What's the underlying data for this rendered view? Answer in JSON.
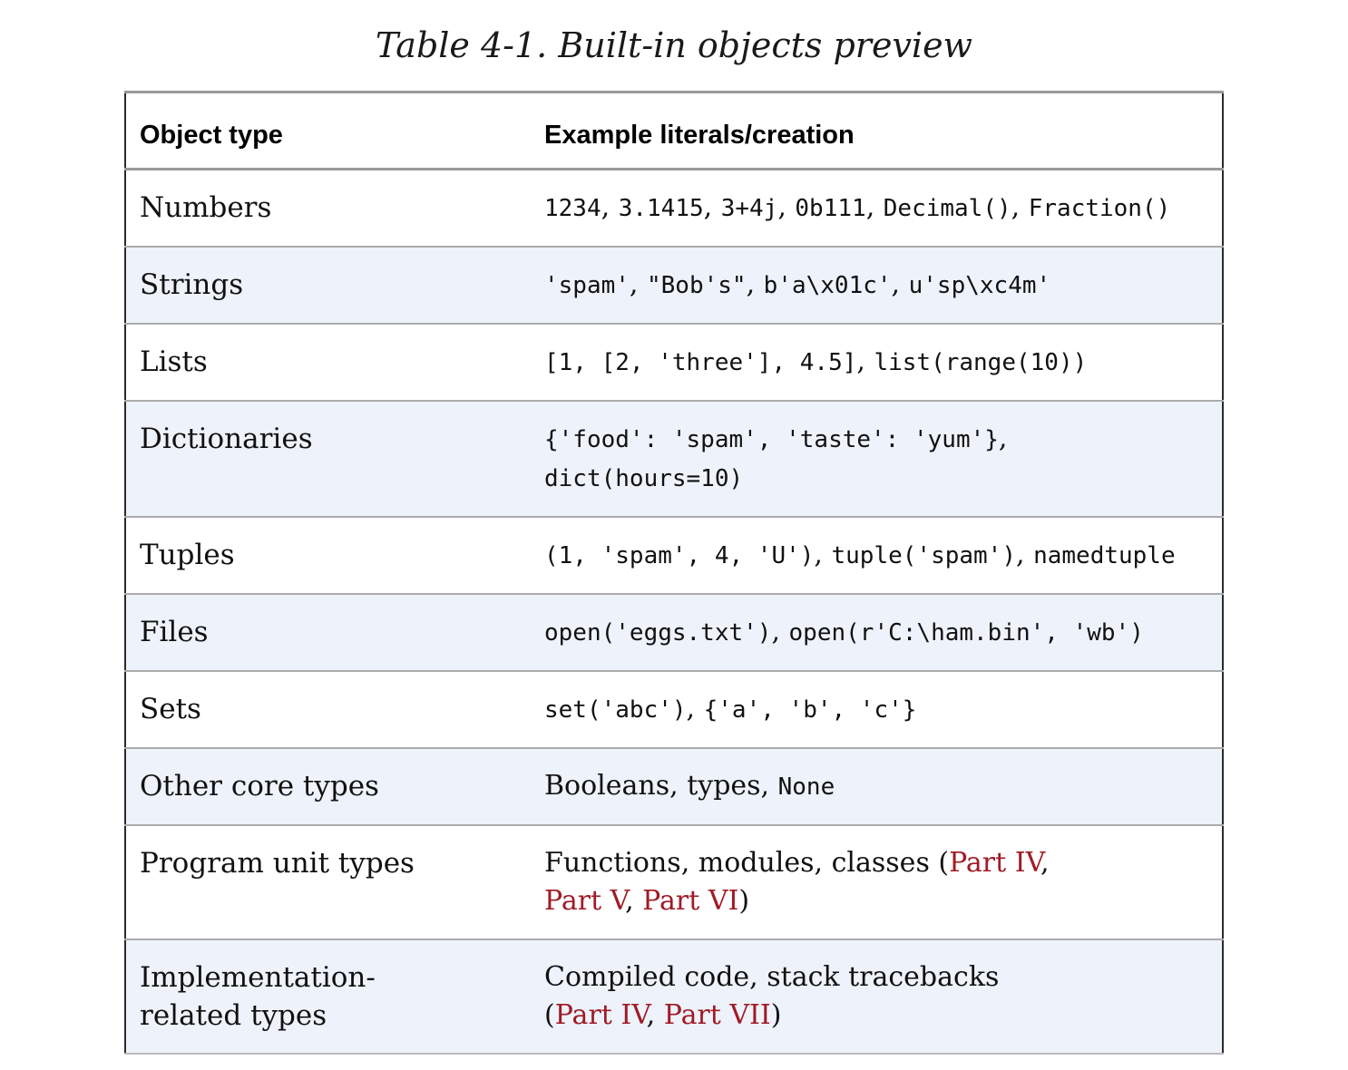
{
  "title": "Table 4-1. Built-in objects preview",
  "colors": {
    "link_red": "#9f1b26",
    "zebra_row_bg": "#eef2fa",
    "row_separator": "#ababab",
    "heavy_border": "#999999",
    "side_border": "#2a2a2a"
  },
  "table": {
    "headers": [
      "Object type",
      "Example literals/creation"
    ],
    "rows": [
      {
        "label": "Numbers",
        "content": [
          {
            "t": "code",
            "v": "1234"
          },
          {
            "t": "text",
            "v": ", "
          },
          {
            "t": "code",
            "v": "3.1415"
          },
          {
            "t": "text",
            "v": ", "
          },
          {
            "t": "code",
            "v": "3+4j"
          },
          {
            "t": "text",
            "v": ", "
          },
          {
            "t": "code",
            "v": "0b111"
          },
          {
            "t": "text",
            "v": ", "
          },
          {
            "t": "code",
            "v": "Decimal()"
          },
          {
            "t": "text",
            "v": ", "
          },
          {
            "t": "code",
            "v": "Fraction()"
          }
        ]
      },
      {
        "label": "Strings",
        "content": [
          {
            "t": "code",
            "v": "'spam'"
          },
          {
            "t": "text",
            "v": ", "
          },
          {
            "t": "code",
            "v": "\"Bob's\""
          },
          {
            "t": "text",
            "v": ", "
          },
          {
            "t": "code",
            "v": "b'a\\x01c'"
          },
          {
            "t": "text",
            "v": ", "
          },
          {
            "t": "code",
            "v": "u'sp\\xc4m'"
          }
        ]
      },
      {
        "label": "Lists",
        "content": [
          {
            "t": "code",
            "v": "[1, [2, 'three'], 4.5]"
          },
          {
            "t": "text",
            "v": ", "
          },
          {
            "t": "code",
            "v": "list(range(10))"
          }
        ]
      },
      {
        "label": "Dictionaries",
        "content": [
          {
            "t": "code",
            "v": "{'food': 'spam', 'taste': 'yum'}"
          },
          {
            "t": "text",
            "v": ","
          },
          {
            "t": "br"
          },
          {
            "t": "code",
            "v": "dict(hours=10)"
          }
        ]
      },
      {
        "label": "Tuples",
        "content": [
          {
            "t": "code",
            "v": "(1, 'spam', 4, 'U')"
          },
          {
            "t": "text",
            "v": ", "
          },
          {
            "t": "code",
            "v": "tuple('spam')"
          },
          {
            "t": "text",
            "v": ", "
          },
          {
            "t": "code",
            "v": "namedtuple"
          }
        ]
      },
      {
        "label": "Files",
        "content": [
          {
            "t": "code",
            "v": "open('eggs.txt')"
          },
          {
            "t": "text",
            "v": ", "
          },
          {
            "t": "code",
            "v": "open(r'C:\\ham.bin', 'wb')"
          }
        ]
      },
      {
        "label": "Sets",
        "content": [
          {
            "t": "code",
            "v": "set('abc')"
          },
          {
            "t": "text",
            "v": ", "
          },
          {
            "t": "code",
            "v": "{'a', 'b', 'c'}"
          }
        ]
      },
      {
        "label": "Other core types",
        "content": [
          {
            "t": "text",
            "v": "Booleans, types, "
          },
          {
            "t": "code",
            "v": "None"
          }
        ]
      },
      {
        "label": "Program unit types",
        "content": [
          {
            "t": "text",
            "v": "Functions, modules, classes ("
          },
          {
            "t": "link",
            "v": "Part IV"
          },
          {
            "t": "text",
            "v": ","
          },
          {
            "t": "br"
          },
          {
            "t": "link",
            "v": "Part V"
          },
          {
            "t": "text",
            "v": ", "
          },
          {
            "t": "link",
            "v": "Part VI"
          },
          {
            "t": "text",
            "v": ")"
          }
        ]
      },
      {
        "label": "Implementation-\nrelated types",
        "content": [
          {
            "t": "text",
            "v": "Compiled code, stack tracebacks"
          },
          {
            "t": "br"
          },
          {
            "t": "text",
            "v": "("
          },
          {
            "t": "link",
            "v": "Part IV"
          },
          {
            "t": "text",
            "v": ", "
          },
          {
            "t": "link",
            "v": "Part VII"
          },
          {
            "t": "text",
            "v": ")"
          }
        ]
      }
    ]
  }
}
